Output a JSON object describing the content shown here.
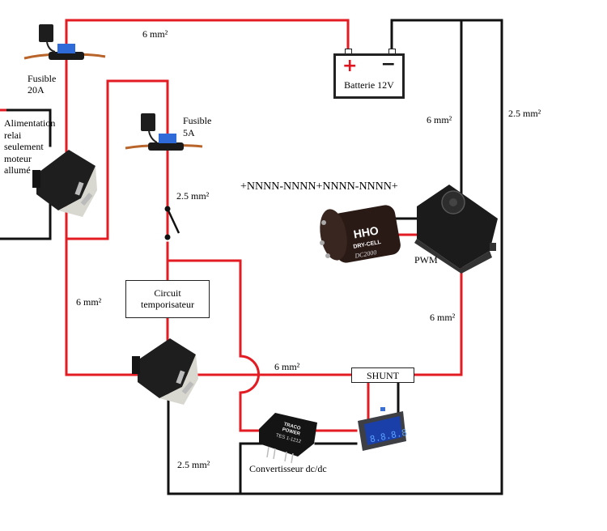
{
  "diagram": {
    "title": "HHO dry-cell wiring diagram",
    "wire_colors": {
      "positive": "#e31b23",
      "negative": "#111111"
    },
    "battery": {
      "label": "Batterie 12V",
      "plus_symbol": "+",
      "minus_symbol": "−"
    },
    "fuse_20a": {
      "label_line1": "Fusible",
      "label_line2": "20A"
    },
    "fuse_5a": {
      "label_line1": "Fusible",
      "label_line2": "5A"
    },
    "relay_power_note": {
      "lines": [
        "Alimentation",
        "relai",
        "seulement",
        "moteur",
        "allumé"
      ]
    },
    "timer_circuit": {
      "line1": "Circuit",
      "line2": "temporisateur"
    },
    "cell_plate_config": "+NNNN-NNNN+NNNN-NNNN+",
    "hho_cell": {
      "brand": "HHO",
      "model": "DRY-CELL",
      "sub": "DC2000"
    },
    "pwm": {
      "label": "PWM"
    },
    "shunt": {
      "label": "SHUNT"
    },
    "converter": {
      "label": "Convertisseur dc/dc",
      "brand_line1": "TRACO",
      "brand_line2": "POWER",
      "model": "TES 1-1212"
    },
    "meter": {
      "display": "8.8.8.8"
    },
    "wire_gauges": {
      "top_main": "6 mm²",
      "battery_neg_pwm": "6 mm²",
      "battery_neg_ground": "2.5 mm²",
      "fuse5_switch": "2.5 mm²",
      "left_main": "6 mm²",
      "relay_to_shunt": "6 mm²",
      "pwm_to_shunt": "6 mm²",
      "bottom_ground": "2.5 mm²"
    }
  }
}
